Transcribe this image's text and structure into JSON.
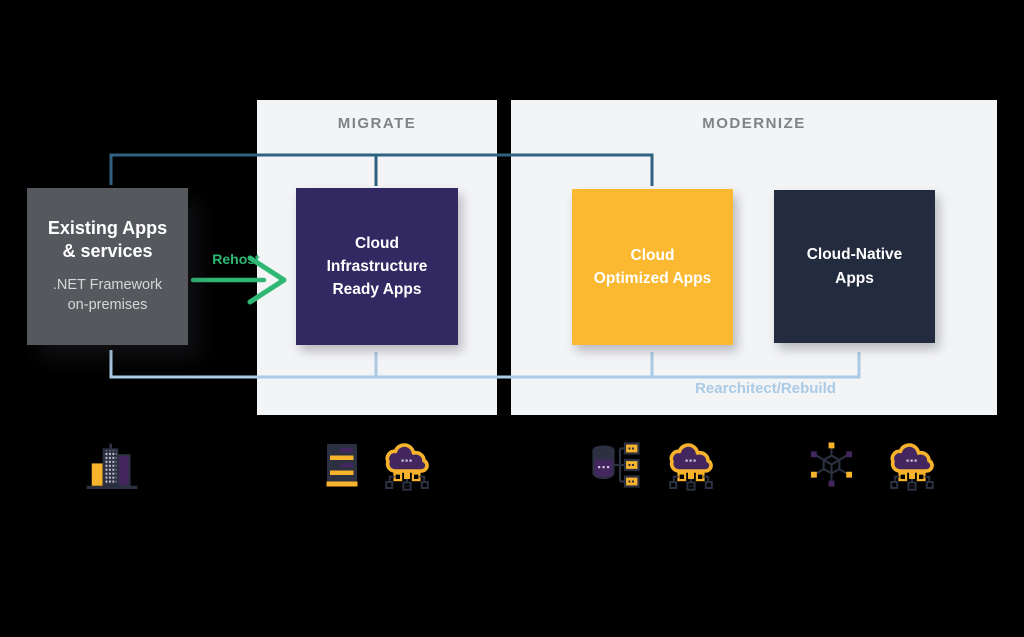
{
  "diagram": {
    "panels": {
      "migrate": {
        "title": "MIGRATE"
      },
      "modernize": {
        "title": "MODERNIZE"
      }
    },
    "boxes": {
      "existing": {
        "title_lines": [
          "Existing Apps",
          "& services"
        ],
        "subtitle_lines": [
          ".NET Framework",
          "on-premises"
        ]
      },
      "cloud_infrastructure": {
        "lines": [
          "Cloud",
          "Infrastructure",
          "Ready Apps"
        ]
      },
      "cloud_optimized": {
        "lines": [
          "Cloud",
          "Optimized Apps"
        ]
      },
      "cloud_native": {
        "lines": [
          "Cloud-Native",
          "Apps"
        ]
      }
    },
    "labels": {
      "rehost": "Rehost",
      "rearchitect": "Rearchitect/Rebuild"
    },
    "icons": {
      "existing_stage": [
        "city-buildings-icon"
      ],
      "migrate_stage": [
        "server-rack-icon",
        "cloud-network-icon"
      ],
      "optimized_stage": [
        "database-cluster-icon",
        "cloud-network-icon"
      ],
      "native_stage": [
        "distributed-nodes-icon",
        "cloud-network-icon"
      ]
    },
    "colors": {
      "bg": "#000000",
      "panel_bg": "#f3f4f6",
      "panel_title": "#7f8286",
      "existing_box": "#55585c",
      "infrastructure_box": "#322963",
      "optimized_box": "#fbb831",
      "native_box": "#232c3e",
      "arrow_green": "#2eb874",
      "line_dark_blue": "#2f6181",
      "line_light_blue": "#aacae6",
      "icon_navy": "#2b3140",
      "icon_yellow": "#f7b32b",
      "icon_purple": "#44265f"
    }
  }
}
